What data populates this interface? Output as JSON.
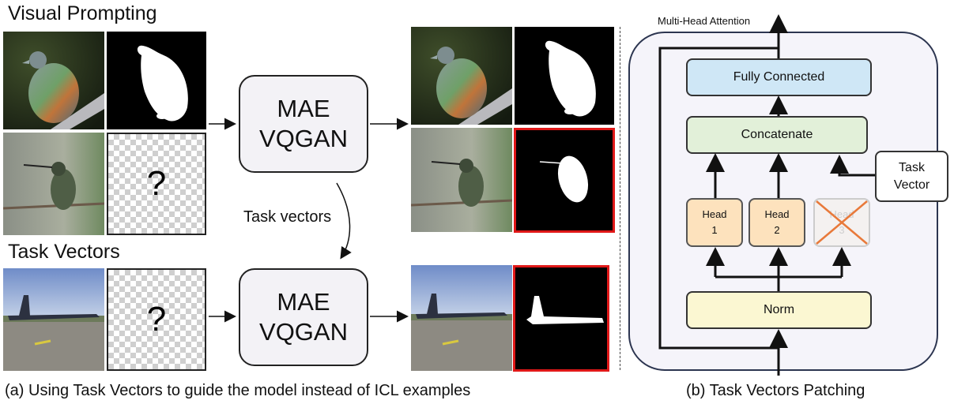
{
  "panel_a": {
    "visual_prompting_title": "Visual Prompting",
    "task_vectors_title": "Task Vectors",
    "model_line1": "MAE",
    "model_line2": "VQGAN",
    "query_mark": "?",
    "task_vectors_label": "Task vectors",
    "caption": "(a) Using Task Vectors to guide the model instead of ICL examples"
  },
  "panel_b": {
    "top_label": "Multi-Head Attention",
    "fully_connected": "Fully Connected",
    "concatenate": "Concatenate",
    "task_vector_line1": "Task",
    "task_vector_line2": "Vector",
    "head1_line1": "Head",
    "head1_line2": "1",
    "head2_line1": "Head",
    "head2_line2": "2",
    "head3_line1": "Head",
    "head3_line2": "3",
    "norm": "Norm",
    "caption": "(b) Task Vectors Patching"
  },
  "colors": {
    "fully_connected_fill": "#cfe7f6",
    "concatenate_fill": "#e2f0d9",
    "norm_fill": "#fbf7d2",
    "head_fill": "#fde2bd",
    "ablated_cross": "#e8793a",
    "highlight_frame": "#e01818"
  }
}
